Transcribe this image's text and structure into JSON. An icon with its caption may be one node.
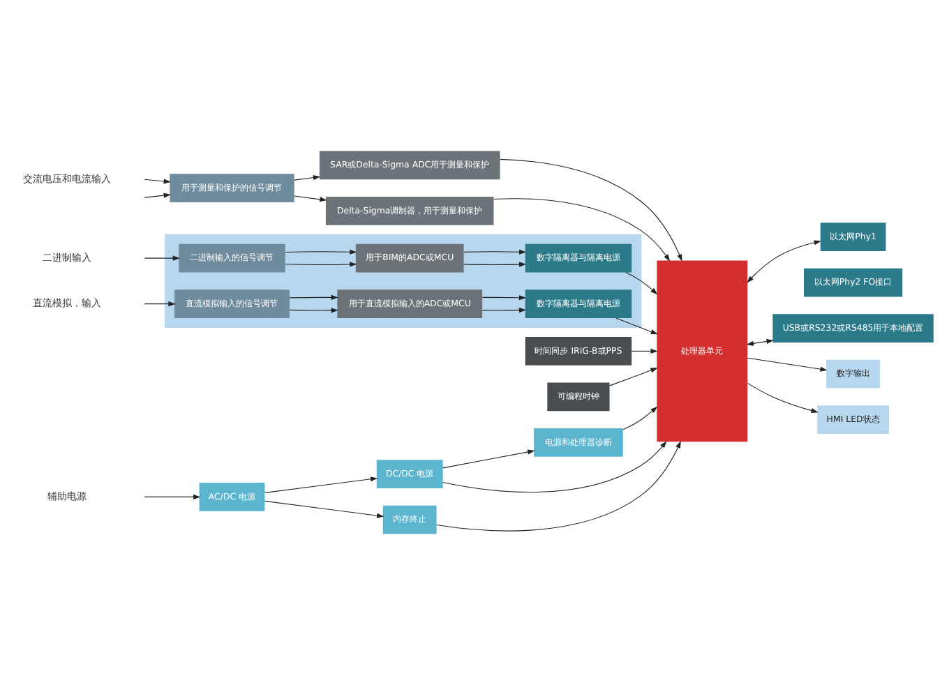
{
  "diagram": {
    "nodes": [
      {
        "text": [
          "AC/DC 电源"
        ]
      },
      {
        "text": [
          "DC/DC 电源"
        ]
      },
      {
        "text": [
          "内存终止"
        ]
      },
      {
        "text": [
          "电源和处理器诊断"
        ]
      },
      {
        "text": [
          "处理器单元"
        ]
      },
      {
        "text": [
          "用于测量和保护的信号调节"
        ]
      },
      {
        "text": [
          "SAR或Delta-Sigma ADC用于测量和保护"
        ]
      },
      {
        "text": [
          "Delta-Sigma调制器，用于测量和保护"
        ]
      },
      {
        "text": [
          "以太网Phy1"
        ]
      },
      {
        "text": [
          "以太网Phy2 FO接口"
        ]
      },
      {
        "text": [
          "USB或RS232或RS485用于本地配置"
        ]
      },
      {
        "text": [
          "数字输出"
        ]
      },
      {
        "text": [
          "HMI LED状态"
        ]
      },
      {
        "text": [],
        "shape": "box"
      },
      {
        "text": [
          "二进制输入的信号调节"
        ],
        "in": 13
      },
      {
        "text": [
          "用于BIM的ADC或MCU"
        ],
        "in": 13
      },
      {
        "text": [
          "数字隔离器与隔离电源"
        ],
        "in": 13
      },
      {
        "text": [
          "直流模拟输入的信号调节"
        ],
        "in": 13
      },
      {
        "text": [
          "用于直流模拟输入的ADC或MCU"
        ],
        "in": 13
      },
      {
        "text": [
          "数字隔离器与隔离电源"
        ],
        "in": 13
      },
      {
        "text": [
          "时间同步 IRIG-B或PPS"
        ]
      },
      {
        "text": [
          "可编程时钟"
        ]
      }
    ],
    "edges": [
      {
        "from": null,
        "to": 0,
        "arrow": "to"
      },
      {
        "from": 0,
        "to": 1,
        "arrow": "to"
      },
      {
        "from": 0,
        "to": 2,
        "arrow": "to"
      },
      {
        "from": 1,
        "to": 3,
        "arrow": "to"
      },
      {
        "from": 2,
        "to": 4,
        "arrow": "to"
      },
      {
        "from": 1,
        "to": 4,
        "arrow": "to"
      },
      {
        "from": 3,
        "to": 4,
        "arrow": "to"
      },
      {
        "from": null,
        "to": 5,
        "arrow": "to"
      },
      {
        "from": null,
        "to": 5,
        "arrow": "to"
      },
      {
        "from": 5,
        "to": 6,
        "arrow": "to"
      },
      {
        "from": 5,
        "to": 7,
        "arrow": "to"
      },
      {
        "from": 6,
        "to": 4,
        "arrow": "to"
      },
      {
        "from": 7,
        "to": 4,
        "arrow": "to"
      },
      {
        "from": 4,
        "to": 8,
        "arrow": "both"
      },
      {
        "from": 4,
        "to": 10,
        "arrow": "both"
      },
      {
        "from": 4,
        "to": 11,
        "arrow": "to"
      },
      {
        "from": 4,
        "to": 12,
        "arrow": "to"
      },
      {
        "from": null,
        "to": 14,
        "arrow": "to"
      },
      {
        "from": 14,
        "to": 15,
        "arrow": "to"
      },
      {
        "from": 14,
        "to": 15,
        "arrow": "to"
      },
      {
        "from": 15,
        "to": 16,
        "arrow": "to"
      },
      {
        "from": 15,
        "to": 16,
        "arrow": "to"
      },
      {
        "from": 16,
        "to": 4,
        "arrow": "to"
      },
      {
        "from": null,
        "to": 17,
        "arrow": "to"
      },
      {
        "from": 17,
        "to": 18,
        "arrow": "to"
      },
      {
        "from": 17,
        "to": 18,
        "arrow": "to"
      },
      {
        "from": 18,
        "to": 19,
        "arrow": "to"
      },
      {
        "from": 18,
        "to": 19,
        "arrow": "to"
      },
      {
        "from": 19,
        "to": 4,
        "arrow": "to"
      },
      {
        "from": 20,
        "to": 4,
        "arrow": "to"
      },
      {
        "from": 21,
        "to": 4,
        "arrow": "to"
      }
    ],
    "labels": [
      "辅助电源",
      "交流电压和电流输入",
      "二进制输入",
      "直流模拟，输入"
    ]
  }
}
